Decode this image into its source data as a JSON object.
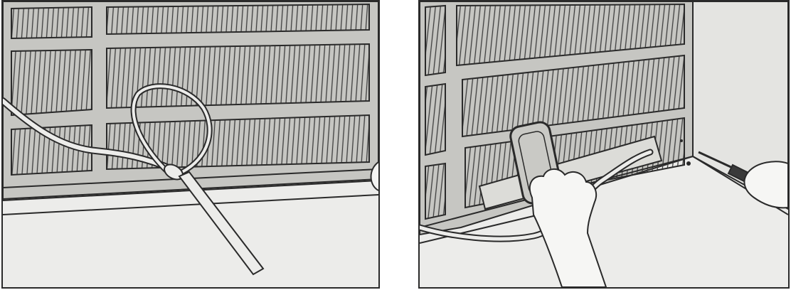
{
  "figure": {
    "panels": [
      {
        "id": "left",
        "depicts": [
          "air-conditioner-front-grille",
          "cable-tie-loop",
          "cable-tie-tail"
        ]
      },
      {
        "id": "right",
        "depicts": [
          "air-conditioner-front-grille",
          "filter-slot-opening",
          "hand-holding-filter-frame",
          "screwdriver-in-hand",
          "drain-hose",
          "side-panel"
        ]
      }
    ],
    "colors": {
      "background": "#ececea",
      "grille": "#b8b8b5",
      "ink": "#2a2a2a",
      "louver_line": "#3c3c3c"
    }
  }
}
